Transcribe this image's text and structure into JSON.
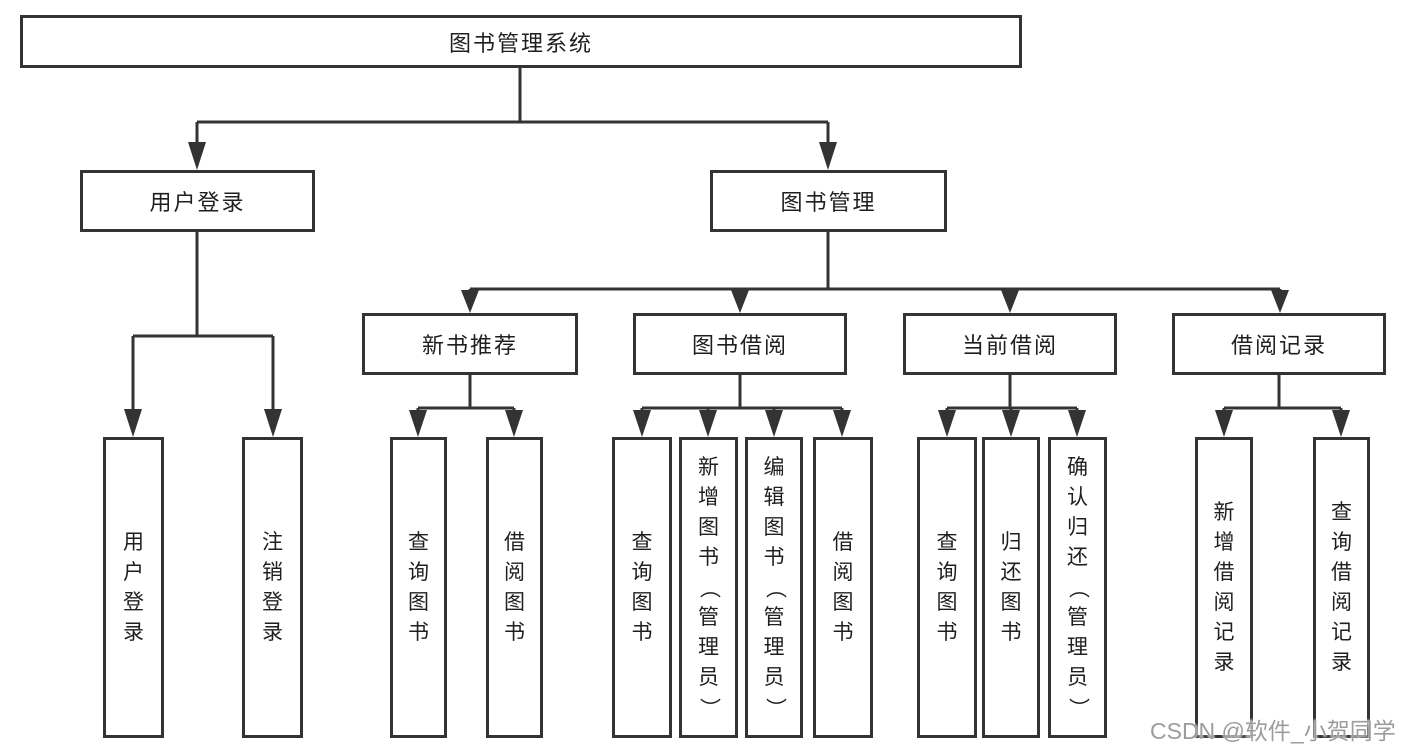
{
  "diagram": {
    "root": "图书管理系统",
    "branches": [
      {
        "label": "用户登录",
        "children": [
          "用户登录",
          "注销登录"
        ]
      },
      {
        "label": "图书管理",
        "groups": [
          {
            "label": "新书推荐",
            "children": [
              "查询图书",
              "借阅图书"
            ]
          },
          {
            "label": "图书借阅",
            "children": [
              "查询图书",
              "新增图书（管理员）",
              "编辑图书（管理员）",
              "借阅图书"
            ]
          },
          {
            "label": "当前借阅",
            "children": [
              "查询图书",
              "归还图书",
              "确认归还（管理员）"
            ]
          },
          {
            "label": "借阅记录",
            "children": [
              "新增借阅记录",
              "查询借阅记录"
            ]
          }
        ]
      }
    ]
  },
  "watermark": "CSDN @软件_小贺同学",
  "colors": {
    "line": "#333333",
    "box_border": "#333333",
    "text": "#1f1f1f",
    "background": "#ffffff",
    "watermark": "#9c9c9c"
  }
}
